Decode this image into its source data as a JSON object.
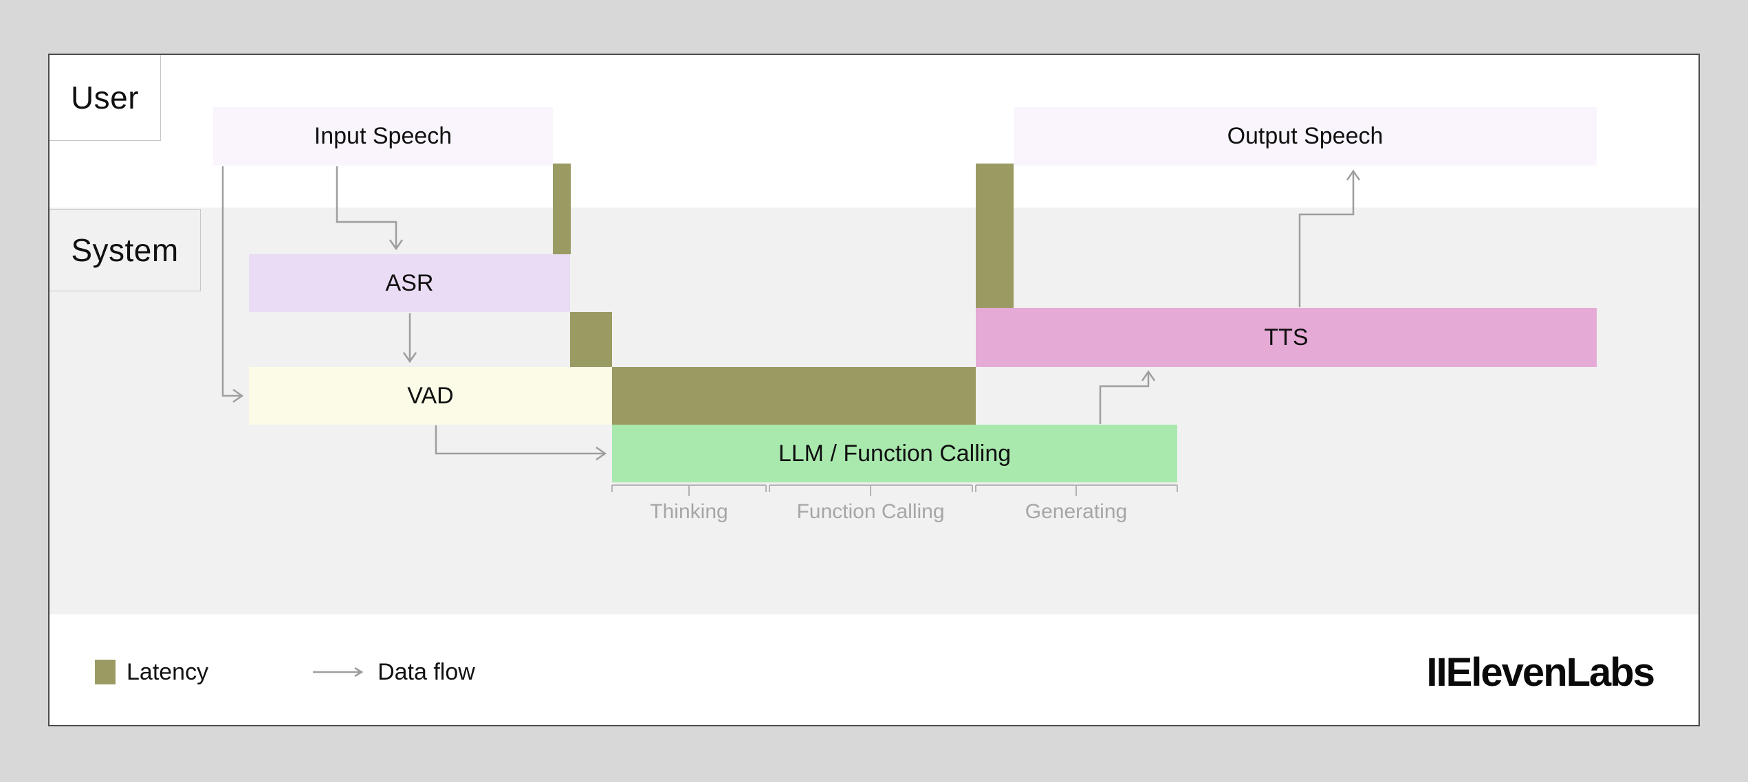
{
  "lanes": {
    "user": "User",
    "system": "System"
  },
  "bars": {
    "input_speech": {
      "label": "Input Speech"
    },
    "output_speech": {
      "label": "Output Speech"
    },
    "asr": {
      "label": "ASR"
    },
    "vad": {
      "label": "VAD"
    },
    "llm": {
      "label": "LLM / Function Calling"
    },
    "tts": {
      "label": "TTS"
    }
  },
  "phases": {
    "thinking": "Thinking",
    "function_calling": "Function Calling",
    "generating": "Generating"
  },
  "legend": {
    "latency_label": "Latency",
    "data_flow_label": "Data flow"
  },
  "logo_text": "IIElevenLabs",
  "colors": {
    "canvas_bg": "#d8d8d8",
    "panel_bg": "#ffffff",
    "panel_border": "#4b4b4b",
    "system_band_bg": "#f1f1f1",
    "lane_box_border": "#c6c6c6",
    "speech_bar_bg": "#faf5fd",
    "asr_bg": "#eadcf4",
    "vad_bg": "#fbfbe8",
    "llm_bg": "#a9e9ae",
    "tts_bg": "#e6aad6",
    "latency_bg": "#9a9b63",
    "flow_line": "#9e9e9e",
    "bracket_line": "#b3b3b3",
    "phase_label_text": "#a6a6a6",
    "text": "#111111"
  }
}
